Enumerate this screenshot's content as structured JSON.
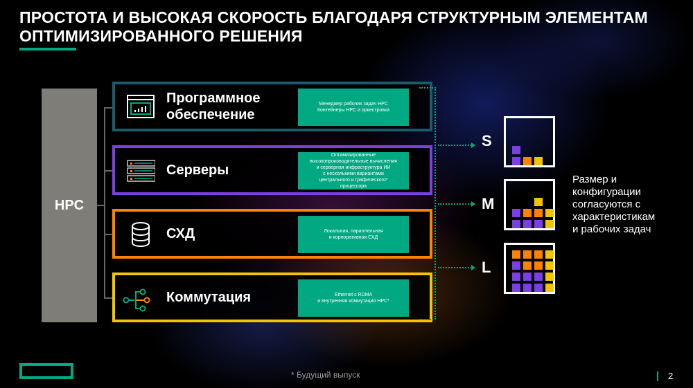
{
  "title": "ПРОСТОТА И ВЫСОКАЯ СКОРОСТЬ БЛАГОДАРЯ СТРУКТУРНЫМ ЭЛЕМЕНТАМ ОПТИМИЗИРОВАННОГО РЕШЕНИЯ",
  "hpc_label": "HPC",
  "components": [
    {
      "label": "Программное обеспечение",
      "icon": "monitor-chart-icon",
      "color": "#1d5a6a",
      "desc": "Менеджер рабочих задач HPC\nКонтейнеры HPC и оркестровка"
    },
    {
      "label": "Серверы",
      "icon": "server-rack-icon",
      "color": "#7b3fe4",
      "desc": "Оптимизированные\nвысокопроизводительные вычисления\nи серверная инфраструктура ИИ\nс несколькими вариантами\nцентрального и графического*\nпроцессора"
    },
    {
      "label": "СХД",
      "icon": "database-icon",
      "color": "#ff8300",
      "desc": "Локальная, параллельная\nи корпоративная СХД"
    },
    {
      "label": "Коммутация",
      "icon": "network-switch-icon",
      "color": "#f5c400",
      "desc": "Ethernet с RDMA\nи внутренняя коммутация HPC*"
    }
  ],
  "sizes": [
    {
      "label": "S",
      "cells": [
        "",
        "",
        "",
        "",
        "",
        "",
        "",
        "",
        "p",
        "",
        "",
        "",
        "p",
        "o",
        "y",
        ""
      ]
    },
    {
      "label": "M",
      "cells": [
        "",
        "",
        "",
        "",
        "",
        "",
        "y",
        "",
        "p",
        "o",
        "o",
        "y",
        "p",
        "p",
        "p",
        "y"
      ]
    },
    {
      "label": "L",
      "cells": [
        "o",
        "o",
        "o",
        "y",
        "p",
        "o",
        "o",
        "y",
        "p",
        "p",
        "p",
        "y",
        "p",
        "p",
        "p",
        "y"
      ]
    }
  ],
  "cell_colors": {
    "p": "#7b3fe4",
    "o": "#ff8300",
    "y": "#f5c400"
  },
  "side_text": "Размер и\nконфигурации\nсогласуются с\nхарактеристикам\nи рабочих задач",
  "footnote": "* Будущий выпуск",
  "page_number": "2",
  "accent": "#01a982"
}
